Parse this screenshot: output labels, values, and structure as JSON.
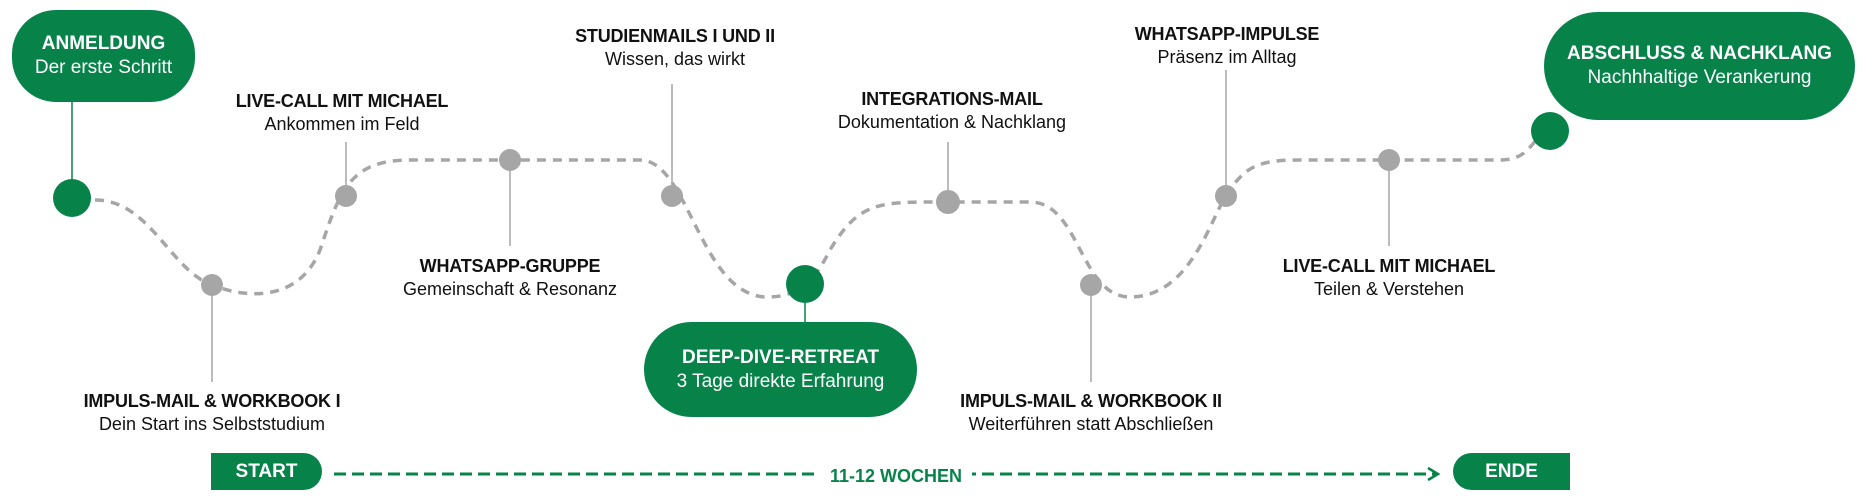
{
  "colors": {
    "accent": "#07834a",
    "node": "#a6a6a6",
    "text": "#111111"
  },
  "milestones": [
    {
      "title": "ANMELDUNG",
      "subtitle": "Der erste Schritt"
    },
    {
      "title": "IMPULS-MAIL & WORKBOOK I",
      "subtitle": "Dein Start ins Selbststudium"
    },
    {
      "title": "LIVE-CALL MIT MICHAEL",
      "subtitle": "Ankommen im Feld"
    },
    {
      "title": "WHATSAPP-GRUPPE",
      "subtitle": "Gemeinschaft & Resonanz"
    },
    {
      "title": "STUDIENMAILS I UND II",
      "subtitle": "Wissen, das wirkt"
    },
    {
      "title": "DEEP-DIVE-RETREAT",
      "subtitle": "3 Tage direkte Erfahrung"
    },
    {
      "title": "INTEGRATIONS-MAIL",
      "subtitle": "Dokumentation & Nachklang"
    },
    {
      "title": "IMPULS-MAIL & WORKBOOK II",
      "subtitle": "Weiterführen statt Abschließen"
    },
    {
      "title": "WHATSAPP-IMPULSE",
      "subtitle": "Präsenz im Alltag"
    },
    {
      "title": "LIVE-CALL MIT MICHAEL",
      "subtitle": "Teilen & Verstehen"
    },
    {
      "title": "ABSCHLUSS & NACHKLANG",
      "subtitle": "Nachhhaltige Verankerung"
    }
  ],
  "timeline": {
    "start": "START",
    "duration": "11-12 WOCHEN",
    "end": "ENDE"
  }
}
